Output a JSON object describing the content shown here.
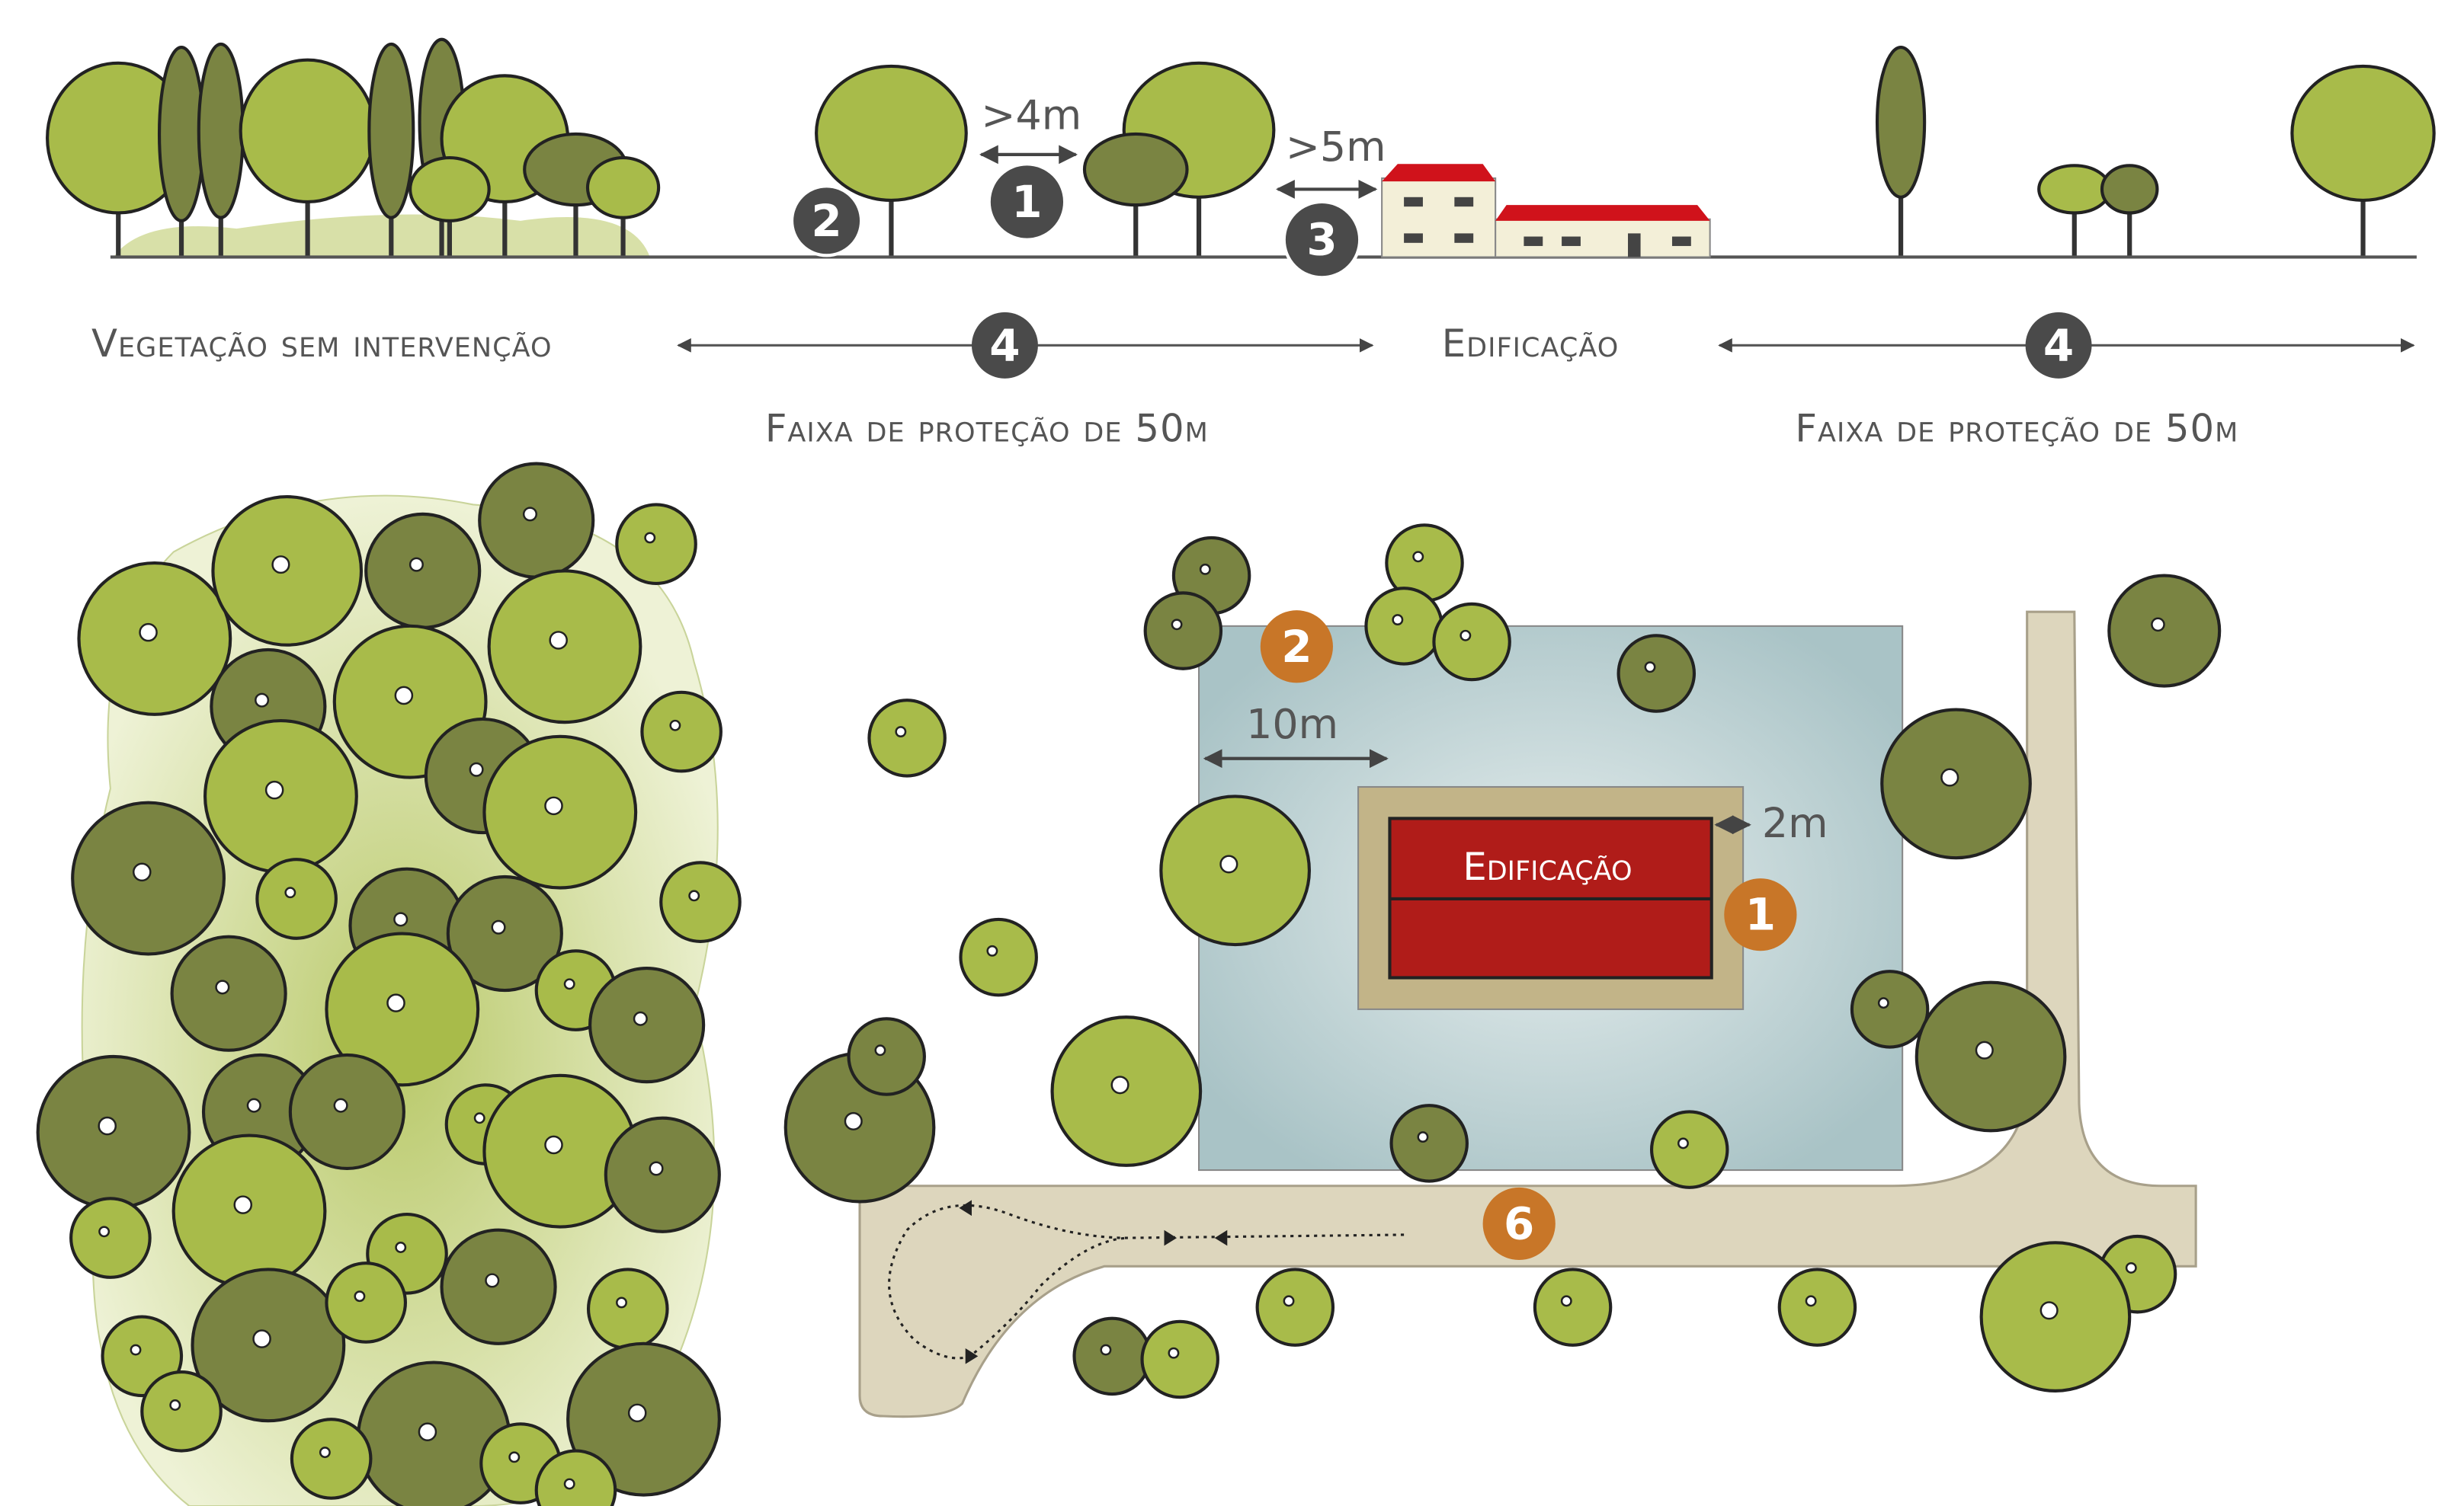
{
  "profile": {
    "label_vegetation": "Vegetação sem intervenção",
    "label_building": "Edificação",
    "label_strip_left": "Faixa de proteção de 50m",
    "label_strip_right": "Faixa de proteção de 50m",
    "dist_trees": ">4m",
    "dist_building": ">5m",
    "badges": [
      "2",
      "1",
      "3",
      "4",
      "4"
    ]
  },
  "plan": {
    "building_label": "Edificação",
    "dist_10m": "10m",
    "dist_2m": "2m",
    "badges": [
      "2",
      "1",
      "6"
    ]
  },
  "colors": {
    "badge_dark": "#4a4a4a",
    "badge_orange": "#c87628",
    "building_red": "#b01c19",
    "roof_red": "#d0121b",
    "zone_blue": "#bcd3d6",
    "path_tan": "#ddd6bd",
    "apron_tan": "#c2b488",
    "tree_light": "#a8bb4a",
    "tree_dark": "#7a8442"
  }
}
